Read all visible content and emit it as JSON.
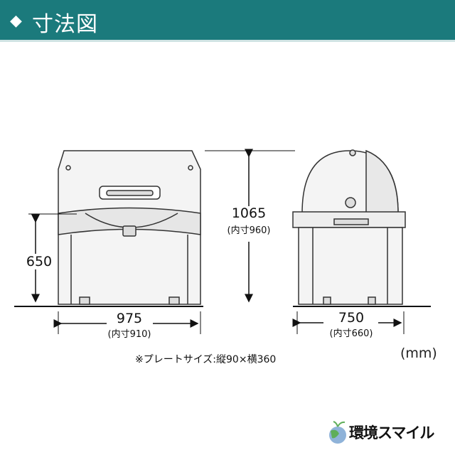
{
  "header": {
    "icon": "diamond-icon",
    "title": "寸法図"
  },
  "dimensions": {
    "front_height": "650",
    "total_height": "1065",
    "total_height_inner": "(内寸960)",
    "front_width": "975",
    "front_width_inner": "(内寸910)",
    "side_depth": "750",
    "side_depth_inner": "(内寸660)"
  },
  "note": "※プレートサイズ:縦90×横360",
  "unit": "(mm)",
  "logo": {
    "text": "環境スマイル"
  },
  "colors": {
    "header": "#1b7a7c",
    "line": "#333333",
    "bin_fill": "#f4f4f4"
  }
}
